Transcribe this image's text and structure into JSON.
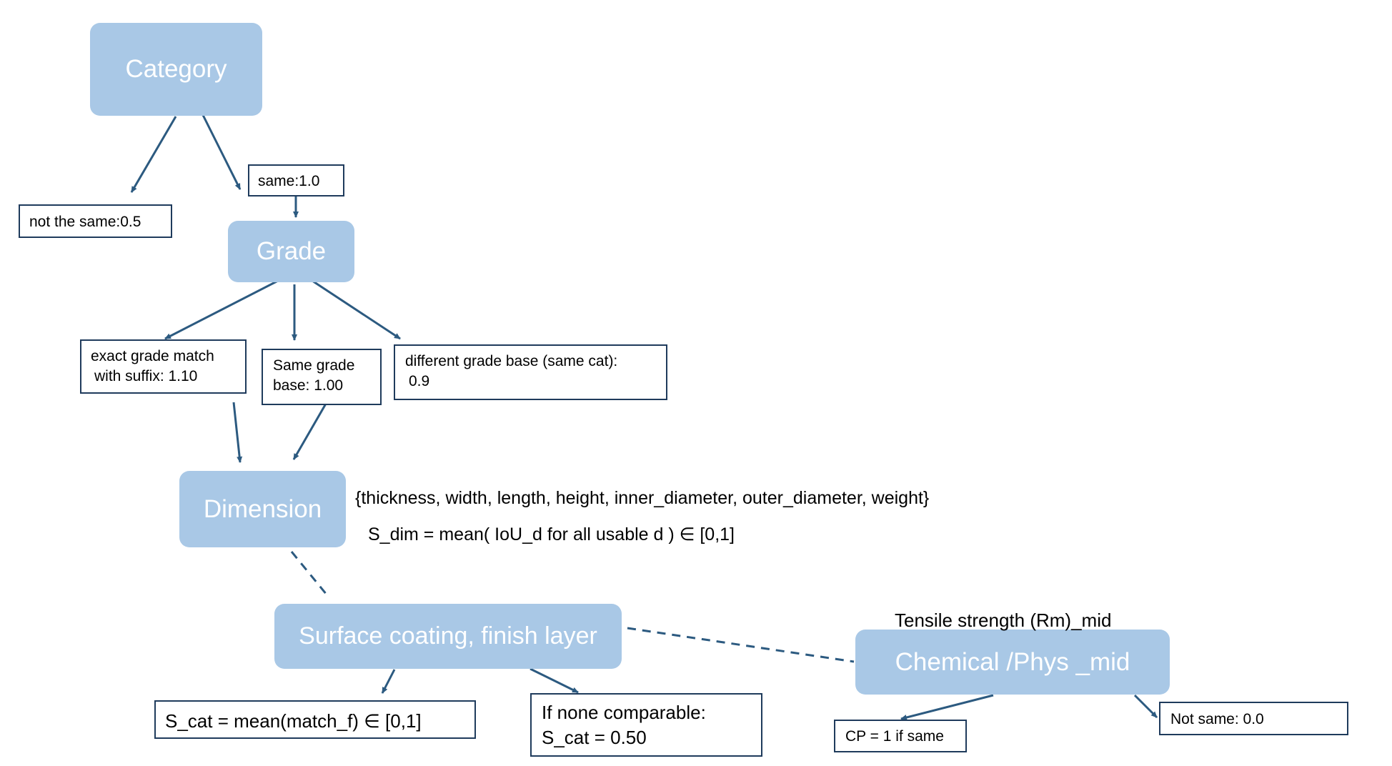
{
  "colors": {
    "node_fill": "#a9c8e6",
    "node_text": "#ffffff",
    "edge": "#2c5a80",
    "box_border": "#1f3b5c"
  },
  "nodes": {
    "category": "Category",
    "grade": "Grade",
    "dimension": "Dimension",
    "surface": "Surface coating, finish layer",
    "chemical": "Chemical /Phys _mid"
  },
  "labels": {
    "same": "same:1.0",
    "not_same": "not the same:0.5",
    "exact_grade": [
      "exact grade match",
      "with suffix: 1.10"
    ],
    "same_grade_base": [
      "Same grade",
      "base: 1.00"
    ],
    "diff_grade_base": [
      "different grade base (same cat):",
      "0.9"
    ],
    "s_cat_mean": "S_cat = mean(match_f) ∈ [0,1]",
    "none_comparable": [
      "If none comparable:",
      "S_cat = 0.50"
    ],
    "cp_same": "CP = 1 if same",
    "not_same_chem": "Not same: 0.0"
  },
  "annotations": {
    "dim_set": "{thickness, width, length, height, inner_diameter, outer_diameter, weight}",
    "dim_formula": "S_dim = mean( IoU_d for all usable d )  ∈ [0,1]",
    "tensile": "Tensile strength (Rm)_mid"
  }
}
